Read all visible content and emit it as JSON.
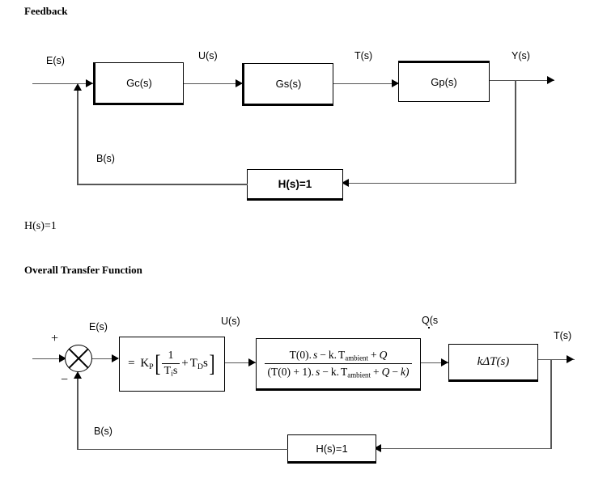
{
  "document": {
    "section1_heading": "Feedback",
    "section1_note": "H(s)=1",
    "section2_heading": "Overall Transfer Function"
  },
  "diagram1": {
    "name": "feedback-block-diagram",
    "blocks": [
      {
        "id": "gc",
        "label": "Gc(s)"
      },
      {
        "id": "gs",
        "label": "Gs(s)"
      },
      {
        "id": "gp",
        "label": "Gp(s)"
      },
      {
        "id": "h",
        "label": "H(s)=1"
      }
    ],
    "signals": {
      "input": "E(s)",
      "after_gc": "U(s)",
      "after_gs": "T(s)",
      "output": "Y(s)",
      "feedback": "B(s)"
    }
  },
  "diagram2": {
    "name": "overall-transfer-function-diagram",
    "summing_junction": {
      "positive_sign": "+",
      "negative_sign": "−"
    },
    "blocks": {
      "controller": {
        "id": "pid",
        "equals": "=",
        "gain": "K",
        "gain_sub": "P",
        "integral_numerator": "1",
        "integral_denominator_T": "T",
        "integral_denominator_sub": "i",
        "integral_denominator_s": "s",
        "plus": "+",
        "derivative_T": "T",
        "derivative_sub": "D",
        "derivative_s": "s",
        "plain": "= K_P [ 1/(T_i s) + T_D s ]"
      },
      "plant": {
        "id": "plant-transfer-function",
        "numerator": "T(0). s − k. T_ambient + Q",
        "denominator": "(T(0) + 1). s − k. T_ambient + Q − k)",
        "num_parts": {
          "t0": "T(0).",
          "s1": "s",
          "minus1": "−",
          "k1": "k.",
          "tamb1": "T",
          "tamb1_sub": "ambient",
          "plus1": "+",
          "q1": "Q"
        },
        "den_parts": {
          "t0": "(T(0) + 1).",
          "s1": "s",
          "minus1": "−",
          "k1": "k.",
          "tamb1": "T",
          "tamb1_sub": "ambient",
          "plus1": "+",
          "q1": "Q",
          "minus2": "−",
          "k2": "k)"
        }
      },
      "output_gain": {
        "id": "k-delta-t",
        "label": "kΔT(s)",
        "k": "k",
        "rest": "ΔT(s)"
      },
      "feedback": {
        "id": "h2",
        "label": "H(s)=1"
      }
    },
    "signals": {
      "error": "E(s)",
      "after_controller": "U(s)",
      "after_plant": "Q(s",
      "output": "T(s)",
      "feedback": "B(s)"
    }
  }
}
